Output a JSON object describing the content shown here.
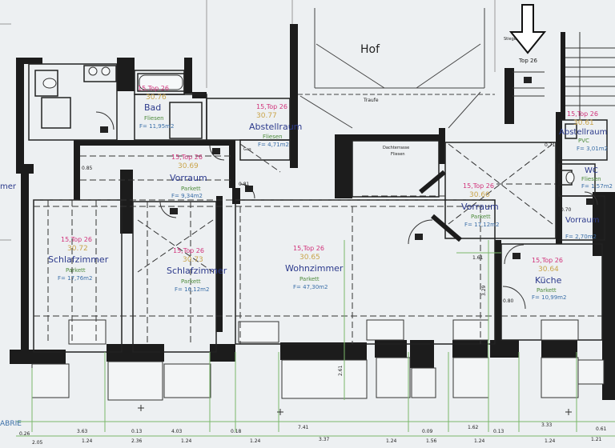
{
  "plan": {
    "courtyard": "Hof",
    "traufe": "Traufe",
    "entrance_label": "Top 26",
    "stair_label": "Stiege",
    "terrace": {
      "line1": "Dachterrasse",
      "line2": "Fliesen"
    },
    "gas": "Gas",
    "rooms": [
      {
        "top": "15,Top 26",
        "code": "30.76",
        "name": "Bad",
        "floor": "Fliesen",
        "area": "F= 11,95m2"
      },
      {
        "top": "15,Top 26",
        "code": "30.77",
        "name": "Abstellraum",
        "floor": "Fliesen",
        "area": "F= 4,71m2"
      },
      {
        "top": "15,Top 26",
        "code": "30.69",
        "name": "Vorraum",
        "floor": "Parkett",
        "area": "F= 9,34m2"
      },
      {
        "top": "15,Top 26",
        "code": "30.60",
        "name": "Vorraum",
        "floor": "Parkett",
        "area": "F= 17,12m2"
      },
      {
        "top": "15,Top 26",
        "code": "30.61",
        "name": "Abstellraum",
        "floor": "PVC",
        "area": "F= 3,01m2"
      },
      {
        "top": "",
        "code": "",
        "name": "WC",
        "floor": "Fliesen",
        "area": "F= 1,57m2"
      },
      {
        "top": "",
        "code": "",
        "name": "Vorraum",
        "floor": "",
        "area": "F= 2,70m2"
      },
      {
        "top": "15,Top 26",
        "code": "30.72",
        "name": "Schlafzimmer",
        "floor": "Parkett",
        "area": "F= 17,76m2"
      },
      {
        "top": "15,Top 26",
        "code": "30.73",
        "name": "Schlafzimmer",
        "floor": "Parkett",
        "area": "F= 16,12m2"
      },
      {
        "top": "15,Top 26",
        "code": "30.65",
        "name": "Wohnzimmer",
        "floor": "Parkett",
        "area": "F= 47,30m2"
      },
      {
        "top": "15,Top 26",
        "code": "30.64",
        "name": "Küche",
        "floor": "Parkett",
        "area": "F= 10,99m2"
      },
      {
        "top": "",
        "code": "",
        "name": "mer",
        "floor": "",
        "area": ""
      }
    ],
    "door_marks": [
      "0.85",
      "0.81",
      "0.71",
      "0.70",
      "0.80"
    ],
    "dim_top_row": [
      "0.26",
      "3.63",
      "0.13",
      "4.03",
      "0.18",
      "7.41",
      "0.09",
      "1.62",
      "0.13",
      "3.33",
      "0.61"
    ],
    "dim_bottom_row": [
      "2.05",
      "1.24",
      "2.36",
      "1.24",
      "1.24",
      "3.37",
      "1.24",
      "1.56",
      "1.24",
      "1.24",
      "1.21"
    ],
    "dim_misc": [
      "1.61",
      "3.29",
      "2.61"
    ],
    "logo_text": "ABRIE"
  }
}
